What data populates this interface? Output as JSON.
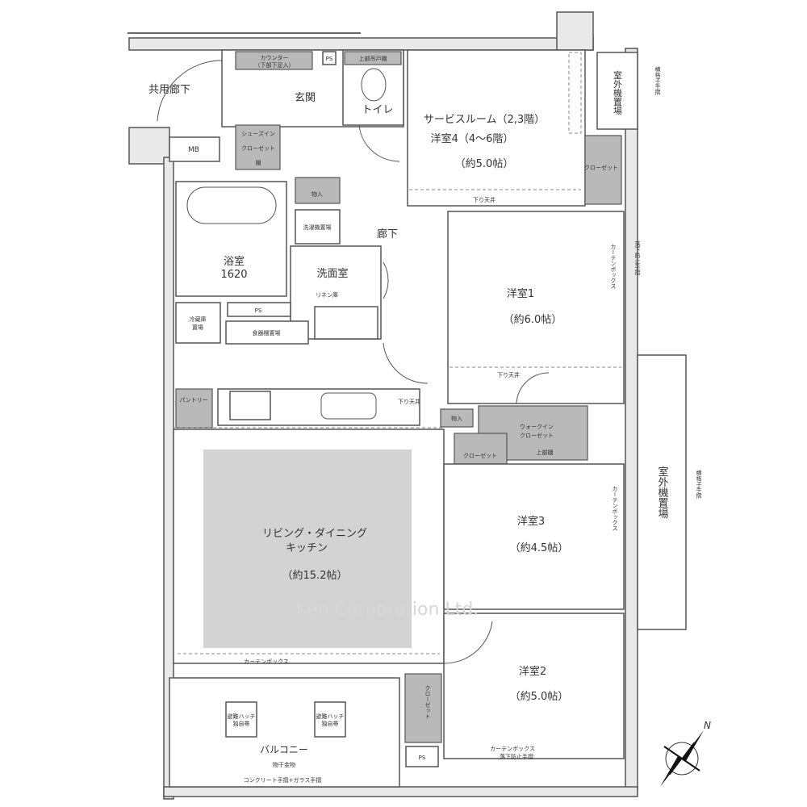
{
  "rooms": {
    "common_corridor": "共用廊下",
    "mb": "MB",
    "entrance": "玄関",
    "counter": "カウンター",
    "counter_sub": "（下部下足入）",
    "ps_top": "PS",
    "toilet": "トイレ",
    "toilet_shelf": "上部吊戸棚",
    "shoe_closet_1": "シューズイン",
    "shoe_closet_2": "クローゼット",
    "shelf": "棚",
    "service_room_1": "サービスルーム（2,3階）",
    "service_room_2": "洋室4（4〜6階）",
    "service_room_area": "（約5.0帖）",
    "closet": "クローゼット",
    "storage": "物入",
    "hallway": "廊下",
    "washer": "洗濯機置場",
    "bath": "浴室",
    "bath_size": "1620",
    "washroom": "洗面室",
    "linen": "リネン庫",
    "ps_mid": "PS",
    "fridge_1": "冷蔵庫",
    "fridge_2": "置場",
    "dishwasher": "食器棚置場",
    "pantry": "パントリー",
    "dropped_ceiling": "下り天井",
    "room1": "洋室1",
    "room1_area": "（約6.0帖）",
    "ldk_1": "リビング・ダイニング",
    "ldk_2": "キッチン",
    "ldk_area": "（約15.2帖）",
    "walkin_1": "ウォークイン",
    "walkin_2": "クローゼット",
    "upper_shelf": "上部棚",
    "room3": "洋室3",
    "room3_area": "（約4.5帖）",
    "room2": "洋室2",
    "room2_area": "（約5.0帖）",
    "curtain_box": "カーテンボックス",
    "outdoor_unit": "室外機置場",
    "handrail": "横格子手摺",
    "balcony": "バルコニー",
    "hatch": "避難ハッチ",
    "hatch_sub": "独自帯",
    "drying": "物干金物",
    "balcony_rail": "コンクリート手摺+ガラス手摺",
    "fall_rail": "落下防止手摺",
    "ps_bottom": "PS"
  },
  "watermark": "Ken Corporation Ltd.",
  "compass": "N"
}
